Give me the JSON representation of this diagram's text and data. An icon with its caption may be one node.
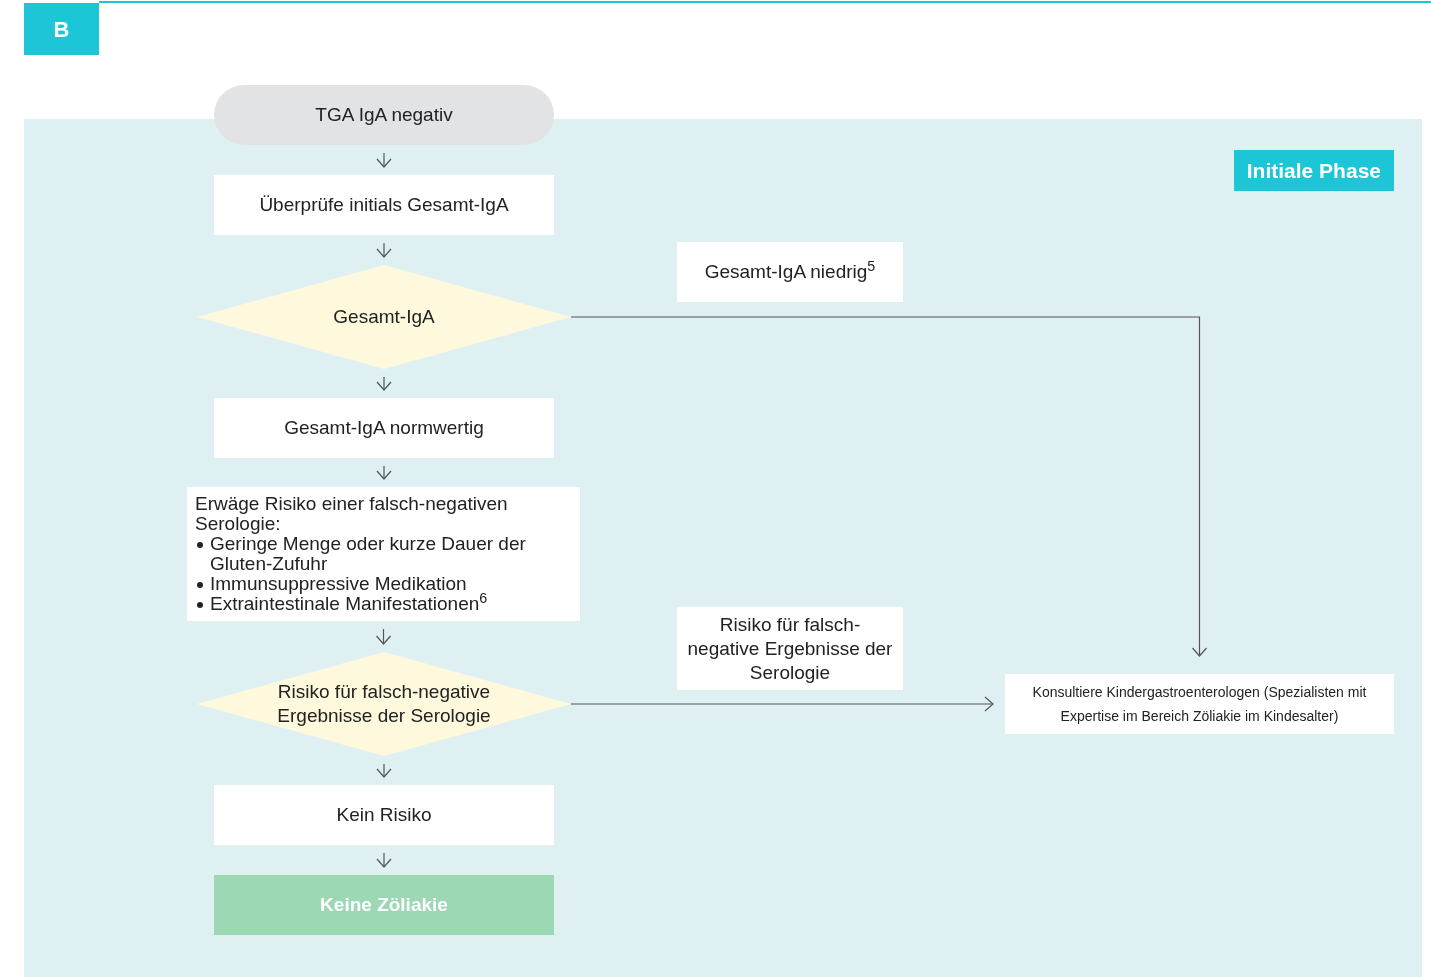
{
  "diagram": {
    "nodes": [
      {
        "text": [
          "Initiale Phase"
        ]
      },
      {
        "text": [
          "TGA IgA negativ"
        ]
      },
      {
        "text": [
          "Überprüfe initials Gesamt-IgA"
        ],
        "in": 0
      },
      {
        "text": [
          "Gesamt-IgA"
        ],
        "in": 0
      },
      {
        "text": [
          "Gesamt-IgA niedrig$^{5}$"
        ],
        "in": 0
      },
      {
        "text": [
          "Gesamt-IgA normwertig"
        ],
        "in": 0
      },
      {
        "text": [
          "Erwäge Risiko einer falsch-negativen Serologie:",
          "Geringe Menge oder kurze Dauer der Gluten-Zufuhr",
          "Immunsuppressive Medikation",
          "Extraintestinale Manifestationen$^{6}$"
        ],
        "in": 0
      },
      {
        "text": [
          "Risiko für falsch-negative Ergebnisse der Serologie"
        ],
        "in": 0
      },
      {
        "text": [
          "Risiko für falsch-negative Ergebnisse der Serologie"
        ],
        "in": 0
      },
      {
        "text": [
          "Konsultiere Kindergastroenterologen (Spezialisten mit Expertise im Bereich Zöliakie im Kindesalter)"
        ],
        "in": 0
      },
      {
        "text": [
          "Kein Risiko"
        ],
        "in": 0
      },
      {
        "text": [
          "Keine Zöliakie"
        ],
        "in": 0
      }
    ],
    "edges": [
      {
        "from": 1,
        "to": 2,
        "arrow": "to"
      },
      {
        "from": 2,
        "to": 3,
        "arrow": "to"
      },
      {
        "from": 3,
        "to": 5,
        "arrow": "to"
      },
      {
        "from": 5,
        "to": 6,
        "arrow": "to"
      },
      {
        "from": 6,
        "to": 7,
        "arrow": "to"
      },
      {
        "from": 7,
        "to": 10,
        "arrow": "to"
      },
      {
        "from": 10,
        "to": 11,
        "arrow": "to"
      },
      {
        "from": 3,
        "to": 9,
        "arrow": "to"
      },
      {
        "from": 7,
        "to": 9,
        "arrow": "to"
      }
    ],
    "labels": [
      "B"
    ]
  }
}
